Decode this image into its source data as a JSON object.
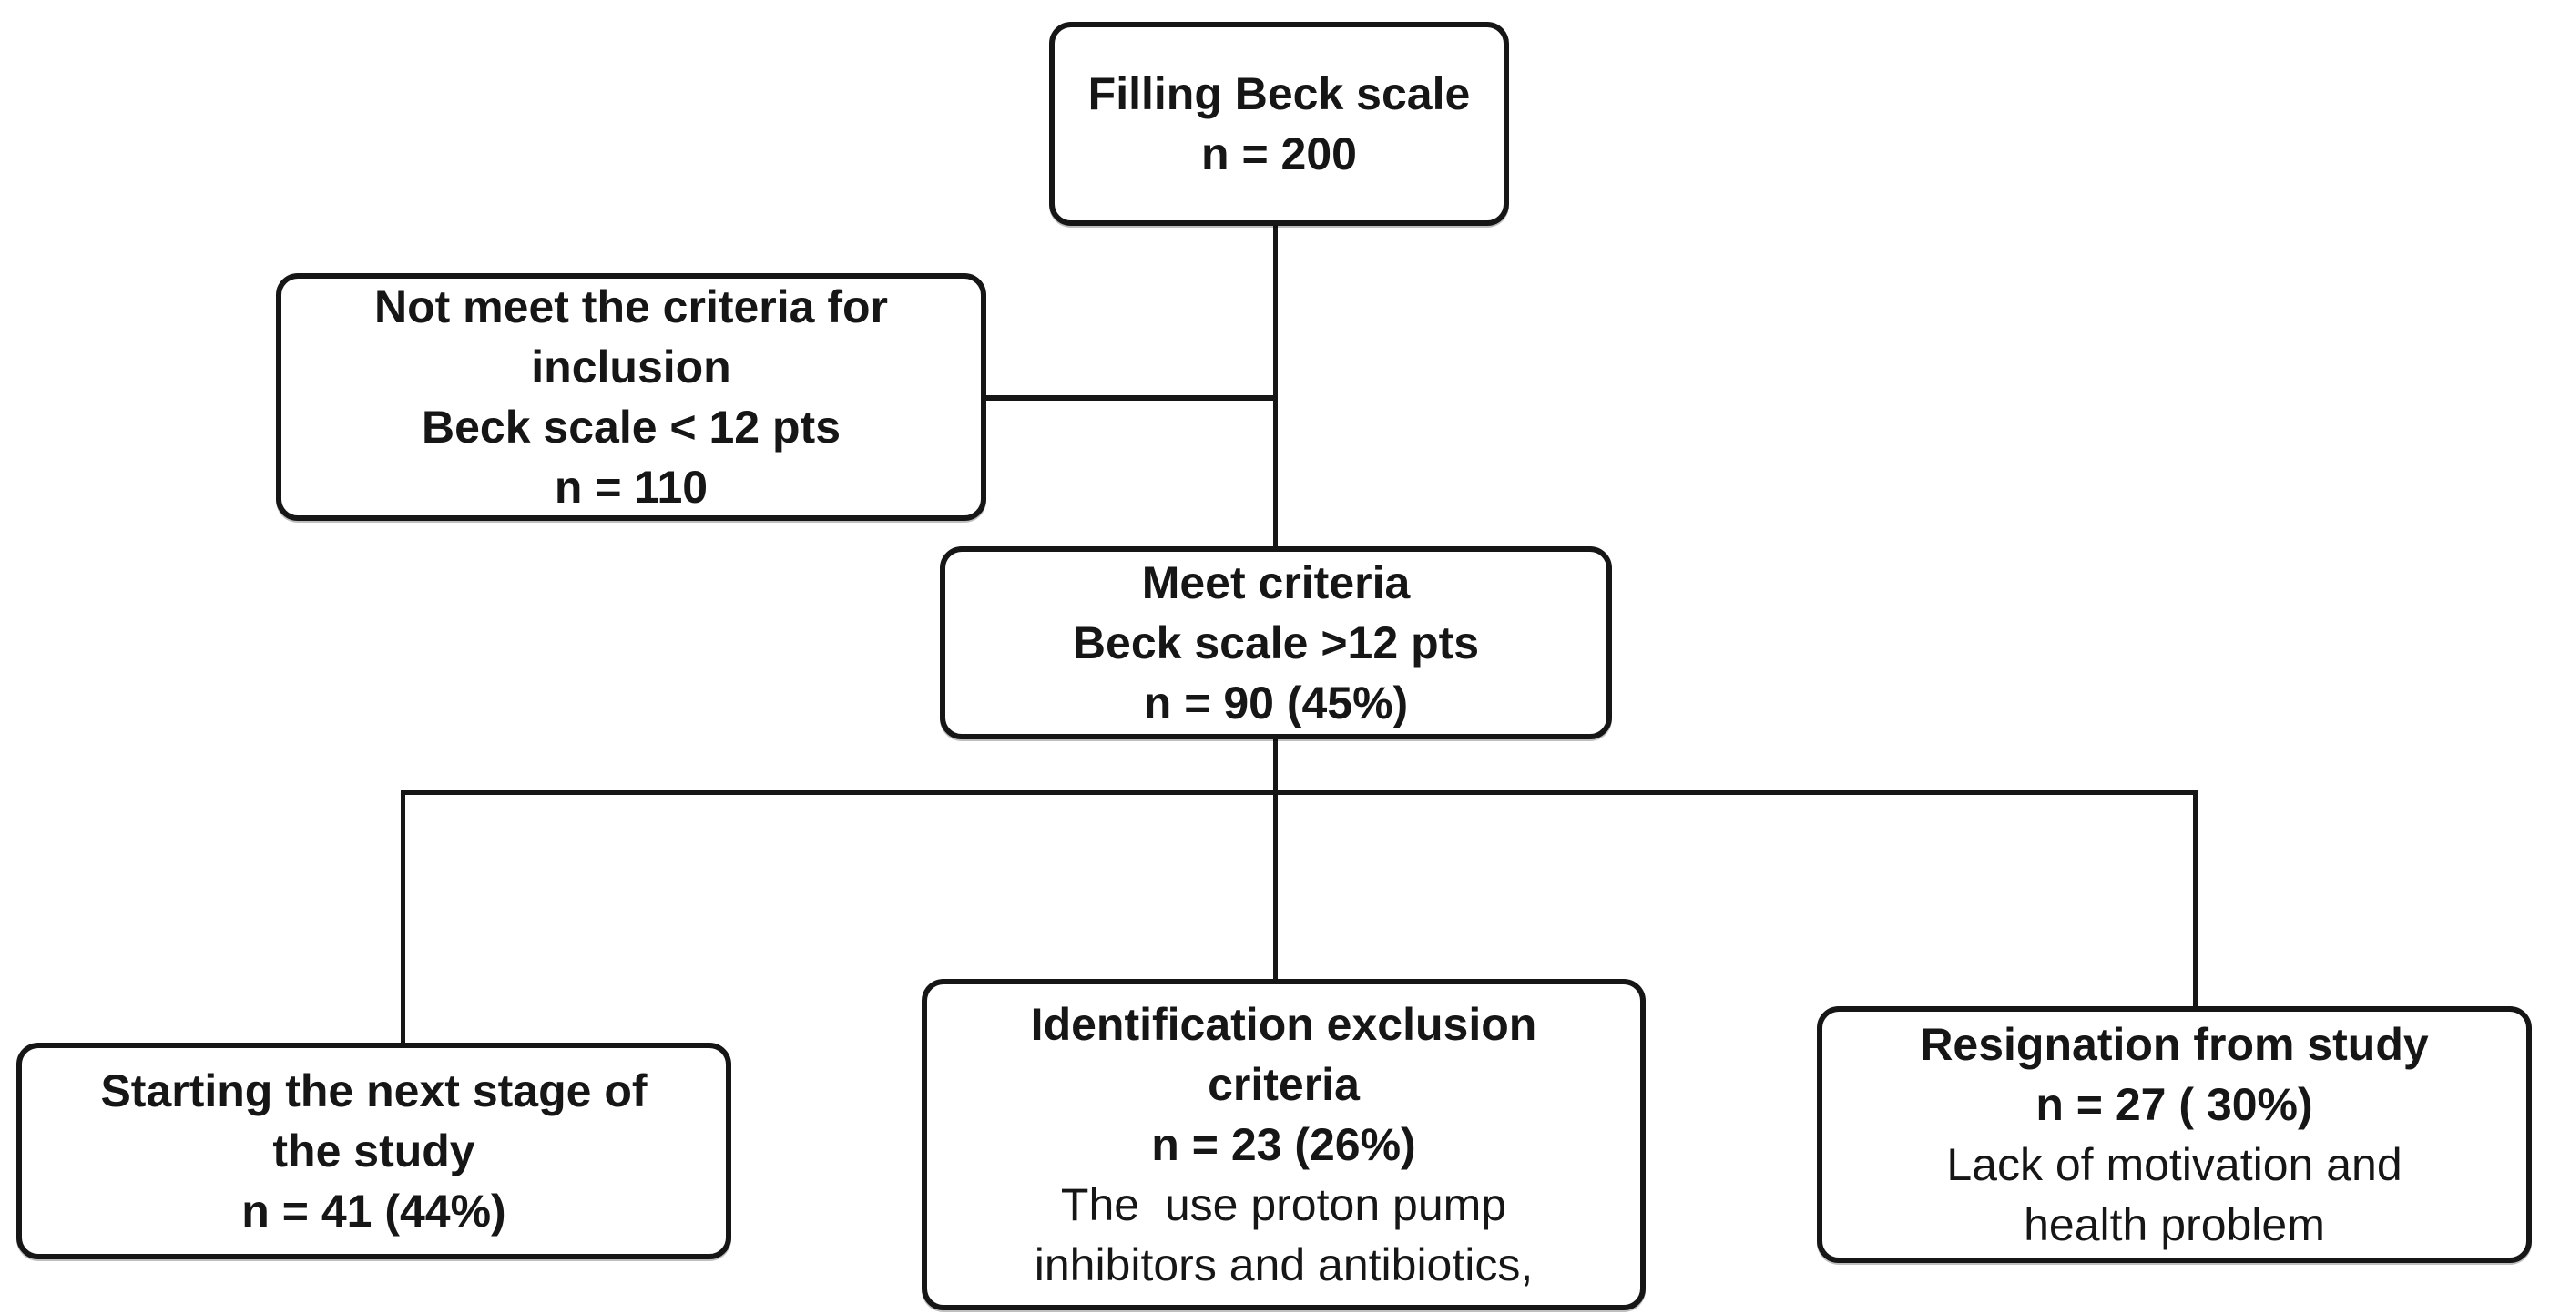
{
  "diagram": {
    "background_color": "#ffffff",
    "line_color": "#161616",
    "text_color": "#161616",
    "nodes": {
      "filling": {
        "lines": [
          {
            "text": "Filling Beck scale",
            "bold": true
          },
          {
            "text": "n = 200",
            "bold": true
          }
        ]
      },
      "not_meet": {
        "lines": [
          {
            "text": "Not meet the criteria for",
            "bold": true
          },
          {
            "text": "inclusion",
            "bold": true
          },
          {
            "text": "Beck scale < 12 pts",
            "bold": true
          },
          {
            "text": "n = 110",
            "bold": true
          }
        ]
      },
      "meet": {
        "lines": [
          {
            "text": "Meet criteria",
            "bold": true
          },
          {
            "text": "Beck scale >12 pts",
            "bold": true
          },
          {
            "text": "n = 90 (45%)",
            "bold": true
          }
        ]
      },
      "next_stage": {
        "lines": [
          {
            "text": "Starting the next stage of",
            "bold": true
          },
          {
            "text": "the study",
            "bold": true
          },
          {
            "text": "n = 41 (44%)",
            "bold": true
          }
        ]
      },
      "exclusion": {
        "lines": [
          {
            "text": "Identification exclusion",
            "bold": true
          },
          {
            "text": "criteria",
            "bold": true
          },
          {
            "text": "n = 23 (26%)",
            "bold": true
          },
          {
            "text": "The  use proton pump",
            "bold": false
          },
          {
            "text": "inhibitors and antibiotics,",
            "bold": false
          }
        ]
      },
      "resignation": {
        "lines": [
          {
            "text": "Resignation from study",
            "bold": true
          },
          {
            "text": "n = 27 ( 30%)",
            "bold": true
          },
          {
            "text": "Lack of motivation and",
            "bold": false
          },
          {
            "text": "health problem",
            "bold": false
          }
        ]
      }
    }
  }
}
